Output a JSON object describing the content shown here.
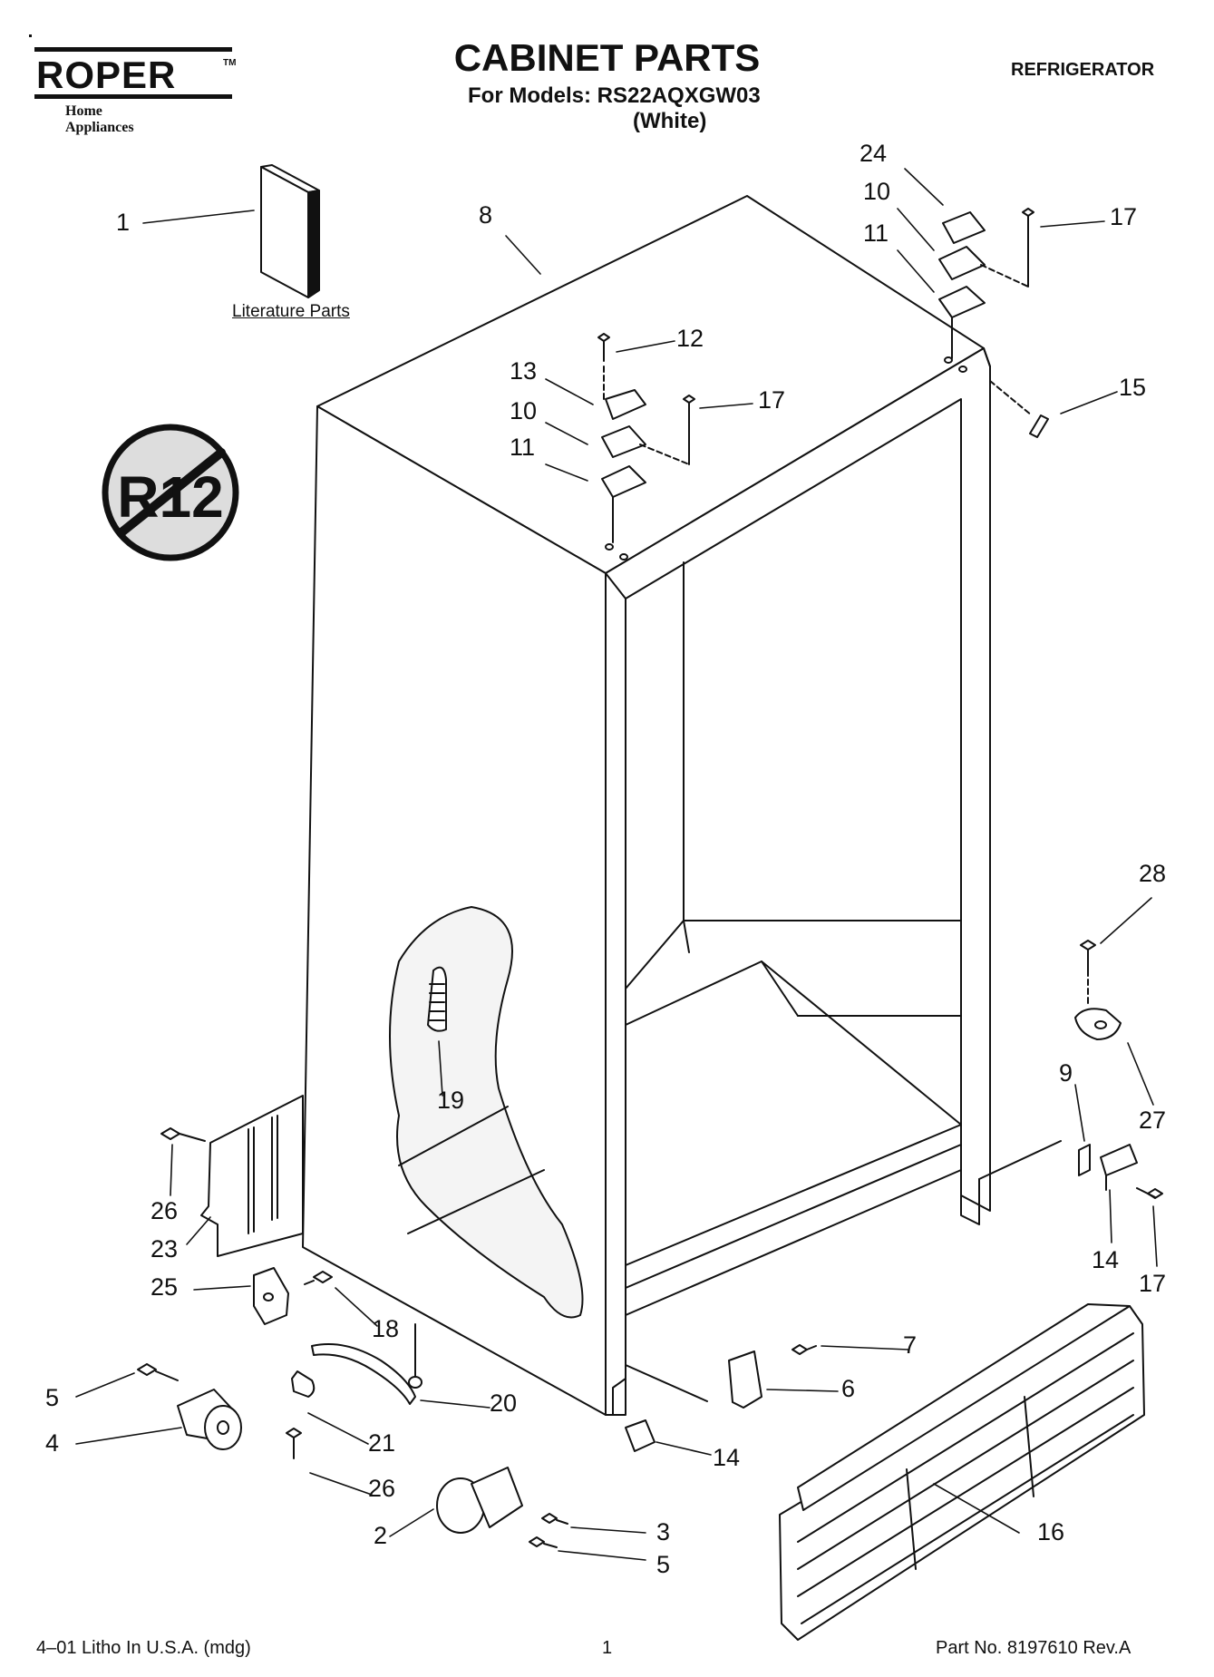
{
  "header": {
    "brand": "ROPER",
    "brand_tm": "TM",
    "brand_sub": "Home Appliances",
    "title": "CABINET PARTS",
    "models": "For Models: RS22AQXGW03",
    "color": "(White)",
    "category": "REFRIGERATOR"
  },
  "literature_label": "Literature Parts",
  "badge": {
    "text": "R12",
    "meaning": "no-r12-symbol"
  },
  "callouts": {
    "c1": "1",
    "c8": "8",
    "c24": "24",
    "c10a": "10",
    "c11a": "11",
    "c17a": "17",
    "c12": "12",
    "c13": "13",
    "c17b": "17",
    "c10b": "10",
    "c11b": "11",
    "c15": "15",
    "c28": "28",
    "c19": "19",
    "c27": "27",
    "c9": "9",
    "c26a": "26",
    "c23": "23",
    "c14a": "14",
    "c17c": "17",
    "c25": "25",
    "c18": "18",
    "c7": "7",
    "c6": "6",
    "c5a": "5",
    "c20": "20",
    "c4": "4",
    "c21": "21",
    "c14b": "14",
    "c26b": "26",
    "c16": "16",
    "c2": "2",
    "c3": "3",
    "c5b": "5"
  },
  "footer": {
    "left": "4–01 Litho In U.S.A. (mdg)",
    "page": "1",
    "part": "Part No. 8197610 Rev.A"
  }
}
